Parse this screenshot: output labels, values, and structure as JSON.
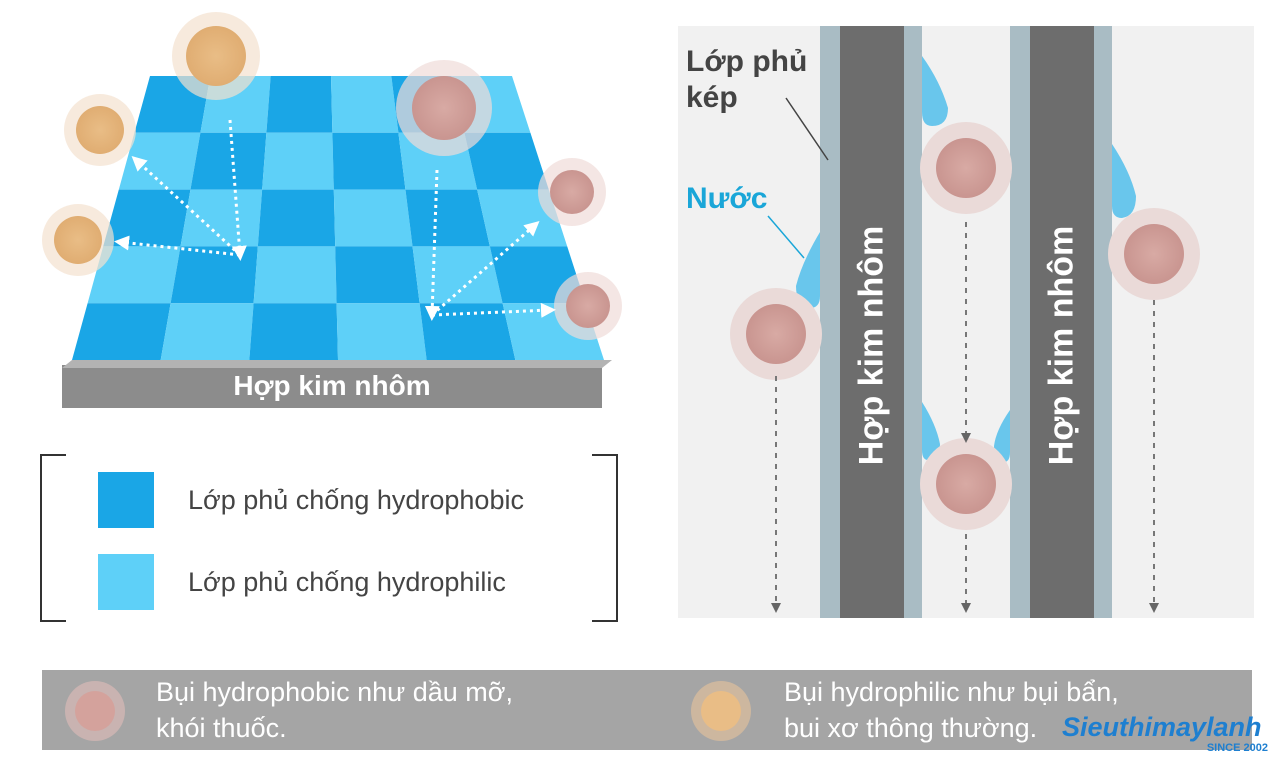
{
  "left_diagram": {
    "base_label": "Hợp kim nhôm",
    "colors": {
      "hydrophobic_tile": "#1aa6e6",
      "hydrophilic_tile": "#5ed0f8",
      "base": "#8c8c8c"
    }
  },
  "legend": {
    "items": [
      {
        "label": "Lớp phủ chống hydrophobic",
        "color": "#1aa6e6"
      },
      {
        "label": "Lớp phủ chống hydrophilic",
        "color": "#5ed0f8"
      }
    ]
  },
  "right_diagram": {
    "coating_label": "Lớp phủ kép",
    "water_label": "Nước",
    "pillar_labels": [
      "Hợp kim nhôm",
      "Hợp kim nhôm"
    ]
  },
  "bottom_legend": {
    "hydrophobic_dust": "Bụi hydrophobic như dầu mỡ, khói thuốc.",
    "hydrophobic_line1": "Bụi hydrophobic như dầu mỡ,",
    "hydrophobic_line2": "khói thuốc.",
    "hydrophilic_line1": "Bụi hydrophilic như bụi bẩn,",
    "hydrophilic_line2": "bui xơ thông thường.",
    "colors": {
      "hydrophobic_dust": "#d4a29c",
      "hydrophilic_dust": "#e9bd86"
    }
  },
  "watermark": {
    "brand": "Sieuthimaylanh",
    "since": "SINCE 2002"
  }
}
